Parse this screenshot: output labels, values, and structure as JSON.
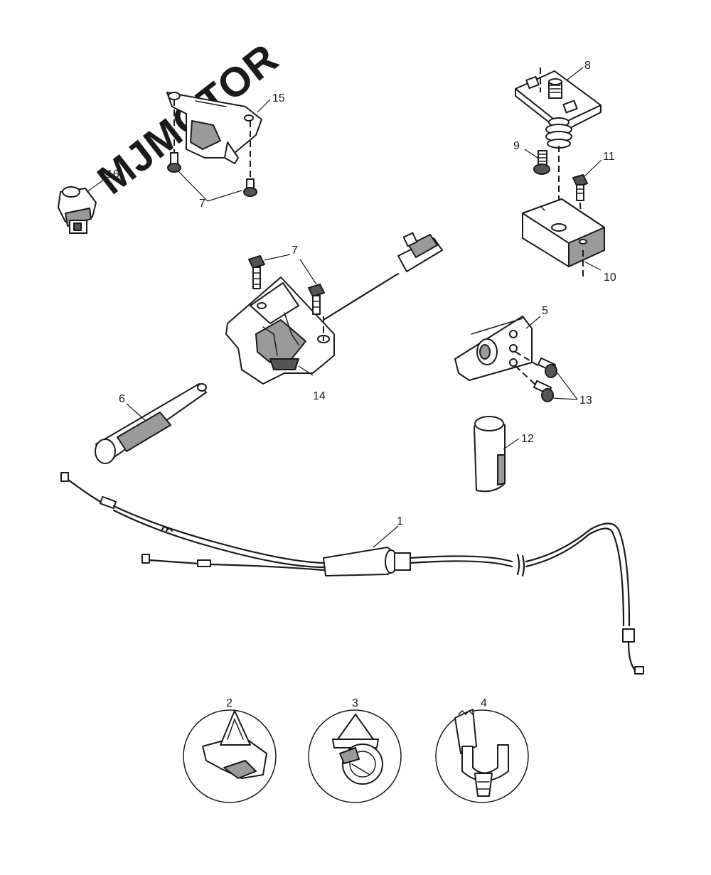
{
  "watermark": "MJMOTOR",
  "callouts": {
    "c1": "1",
    "c2": "2",
    "c3": "3",
    "c4": "4",
    "c5": "5",
    "c6": "6",
    "c7a": "7",
    "c7b": "7",
    "c8": "8",
    "c9": "9",
    "c10": "10",
    "c11": "11",
    "c12": "12",
    "c13": "13",
    "c14": "14",
    "c15": "15",
    "c16": "16"
  },
  "colors": {
    "line": "#1a1a1a",
    "shade": "#9a9a9a",
    "background": "#ffffff"
  }
}
